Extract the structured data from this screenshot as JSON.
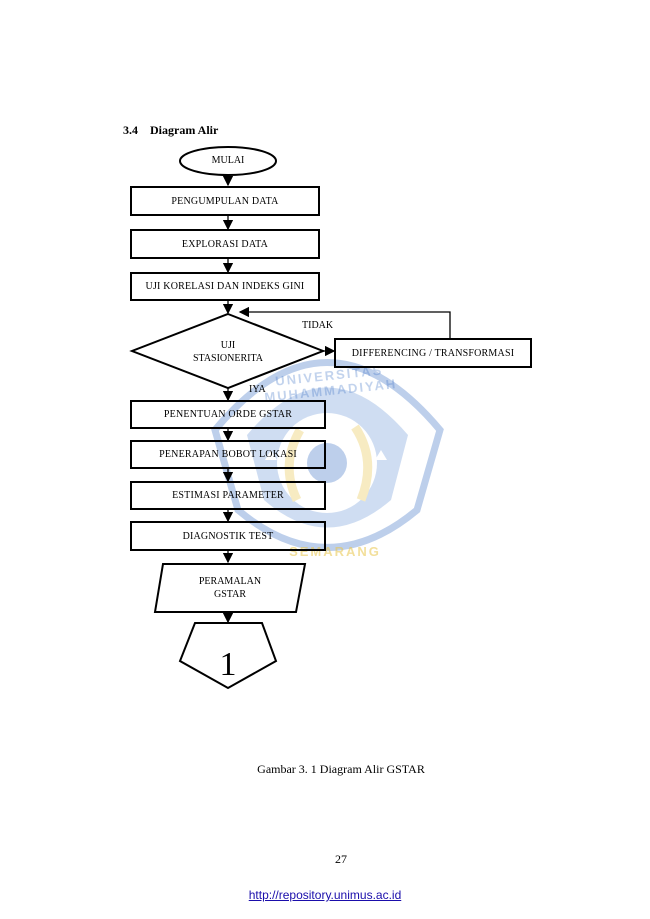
{
  "section": {
    "number": "3.4",
    "title": "Diagram Alir"
  },
  "flowchart": {
    "start": "MULAI",
    "steps": [
      "PENGUMPULAN DATA",
      "EXPLORASI DATA",
      "UJI KORELASI DAN INDEKS GINI"
    ],
    "decision": {
      "line1": "UJI",
      "line2": "STASIONERITA",
      "no_label": "TIDAK",
      "yes_label": "IYA"
    },
    "side_process": "DIFFERENCING / TRANSFORMASI",
    "steps_after": [
      "PENENTUAN ORDE GSTAR",
      "PENERAPAN BOBOT LOKASI",
      "ESTIMASI PARAMETER",
      "DIAGNOSTIK TEST"
    ],
    "output": {
      "line1": "PERAMALAN",
      "line2": "GSTAR"
    },
    "connector": "1"
  },
  "watermark": {
    "top_text": "UNIVERSITAS MUHAMMADIYAH",
    "bottom_text": "SEMARANG",
    "color": "#3a6fc4",
    "accent": "#e9c54a"
  },
  "caption": "Gambar 3. 1 Diagram Alir GSTAR",
  "page_number": "27",
  "footer_link": "http://repository.unimus.ac.id"
}
